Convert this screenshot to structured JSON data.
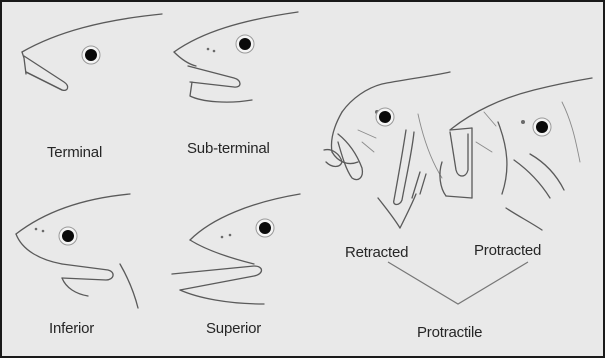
{
  "labels": {
    "terminal": "Terminal",
    "sub_terminal": "Sub-terminal",
    "inferior": "Inferior",
    "superior": "Superior",
    "retracted": "Retracted",
    "protracted": "Protracted",
    "protractile": "Protractile"
  }
}
